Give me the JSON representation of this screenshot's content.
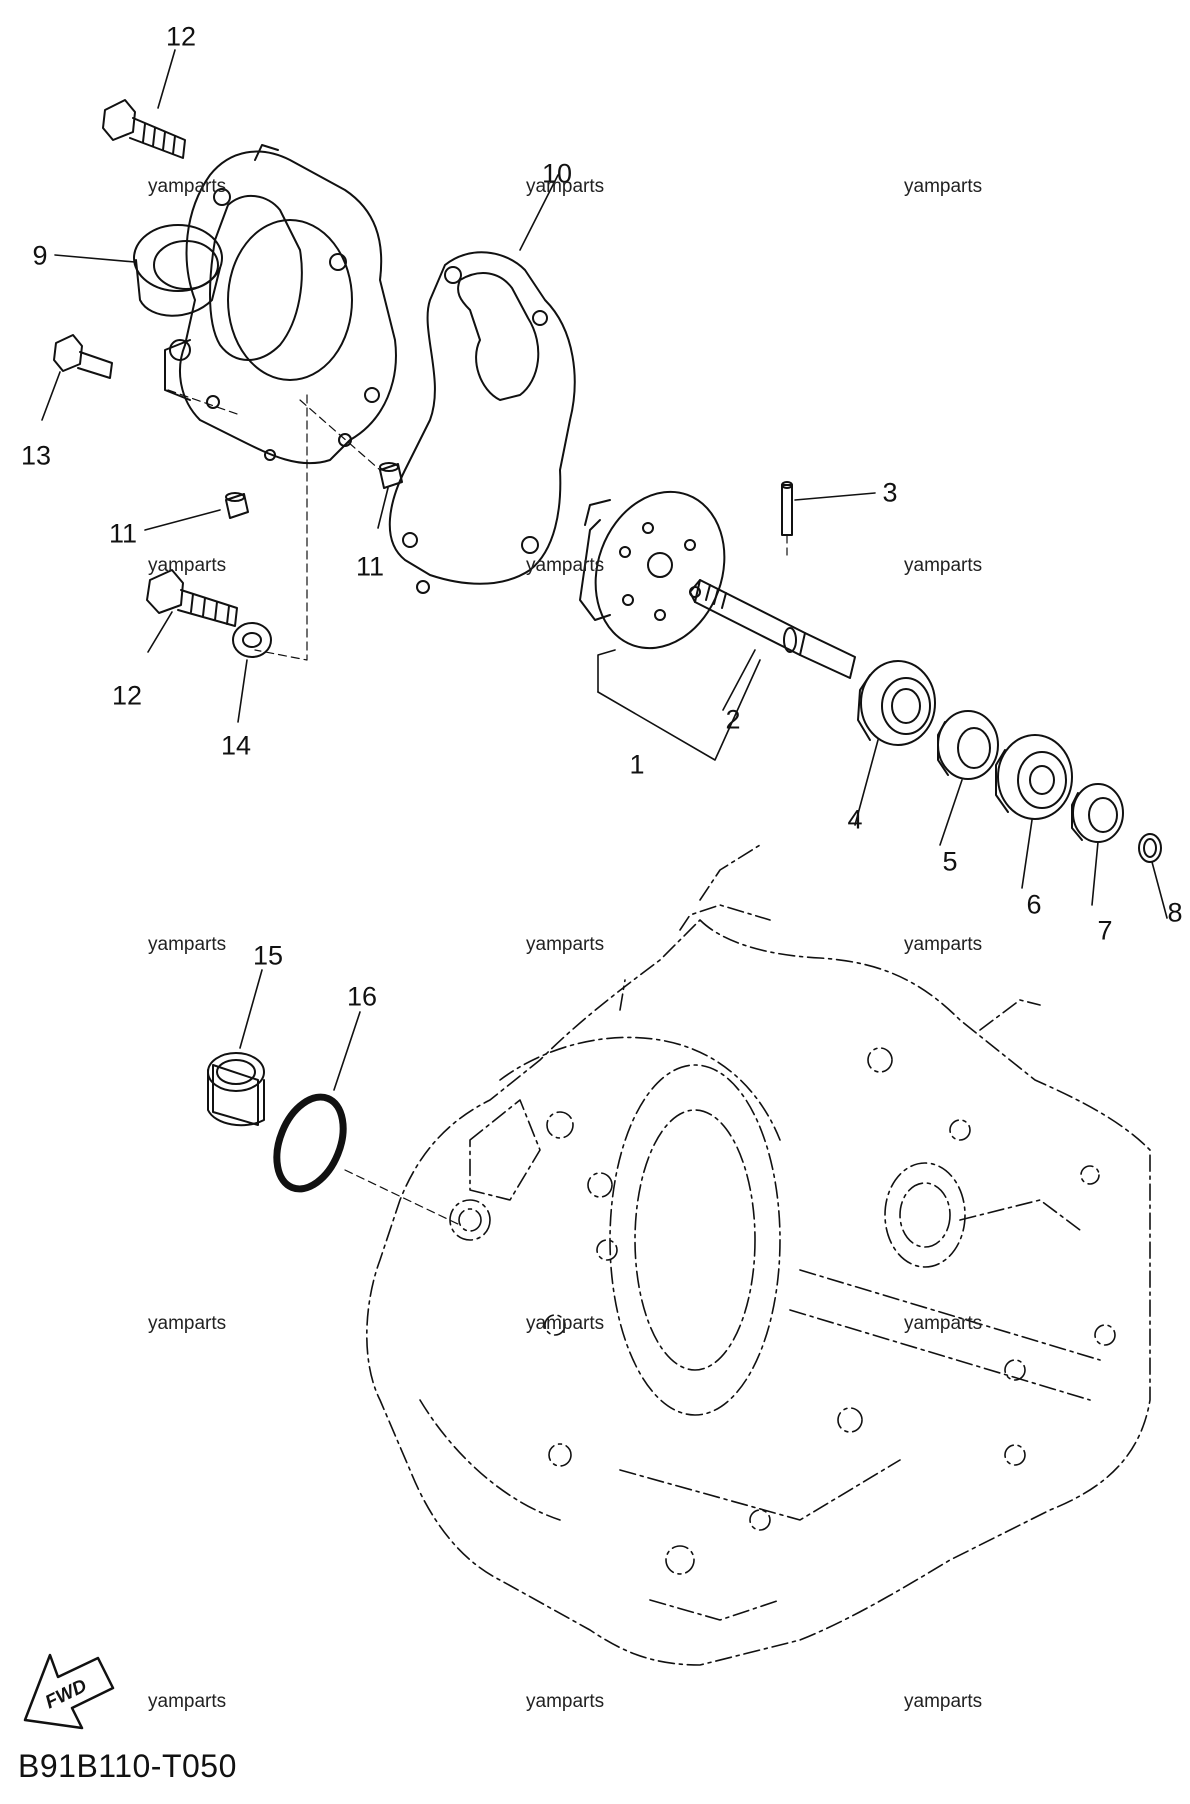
{
  "diagram": {
    "code": "B91B110-T050",
    "fwd_label": "FWD",
    "watermark_text": "yamparts",
    "watermarks": [
      "yamparts",
      "yamparts",
      "yamparts",
      "yamparts",
      "yamparts",
      "yamparts",
      "yamparts",
      "yamparts",
      "yamparts",
      "yamparts",
      "yamparts",
      "yamparts",
      "yamparts",
      "yamparts",
      "yamparts"
    ],
    "callouts": [
      "1",
      "2",
      "3",
      "4",
      "5",
      "6",
      "7",
      "8",
      "9",
      "10",
      "11",
      "11",
      "12",
      "12",
      "13",
      "14",
      "15",
      "16"
    ]
  },
  "colors": {
    "ink": "#111111",
    "paper": "#ffffff"
  },
  "icons": [
    "fwd-arrow-icon"
  ]
}
